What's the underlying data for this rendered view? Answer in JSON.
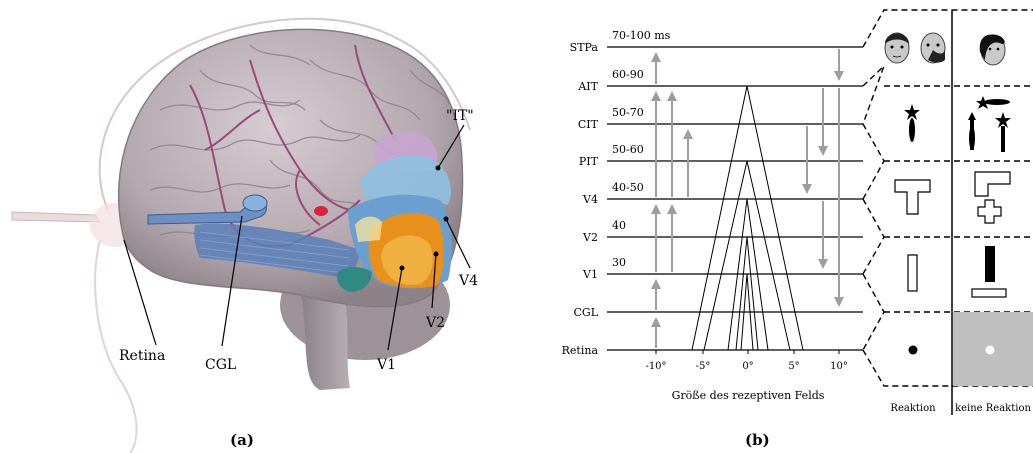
{
  "panel_a": {
    "caption": "(a)",
    "labels": {
      "it": "\"IT\"",
      "v4": "V4",
      "v2": "V2",
      "v1": "V1",
      "cgl": "CGL",
      "retina": "Retina"
    },
    "colors": {
      "brain": "#b5aab0",
      "vessel": "#9a4a78",
      "v1": "#f0b040",
      "v2": "#e8901c",
      "v4": "#6b9fd0",
      "it": "#c8a4d0",
      "optic": "#5b7fb8"
    }
  },
  "panel_b": {
    "caption": "(b)",
    "levels": [
      {
        "area": "STPa",
        "latency": "70-100 ms"
      },
      {
        "area": "AIT",
        "latency": "60-90"
      },
      {
        "area": "CIT",
        "latency": "50-70"
      },
      {
        "area": "PIT",
        "latency": "50-60"
      },
      {
        "area": "V4",
        "latency": "40-50"
      },
      {
        "area": "V2",
        "latency": "40"
      },
      {
        "area": "V1",
        "latency": "30"
      },
      {
        "area": "CGL",
        "latency": ""
      },
      {
        "area": "Retina",
        "latency": ""
      }
    ],
    "x_ticks": [
      "-10°",
      "-5°",
      "0°",
      "5°",
      "10°"
    ],
    "x_label": "Größe des rezeptiven Felds",
    "col_reaction": "Reaktion",
    "col_no_reaction": "keine Reaktion"
  }
}
